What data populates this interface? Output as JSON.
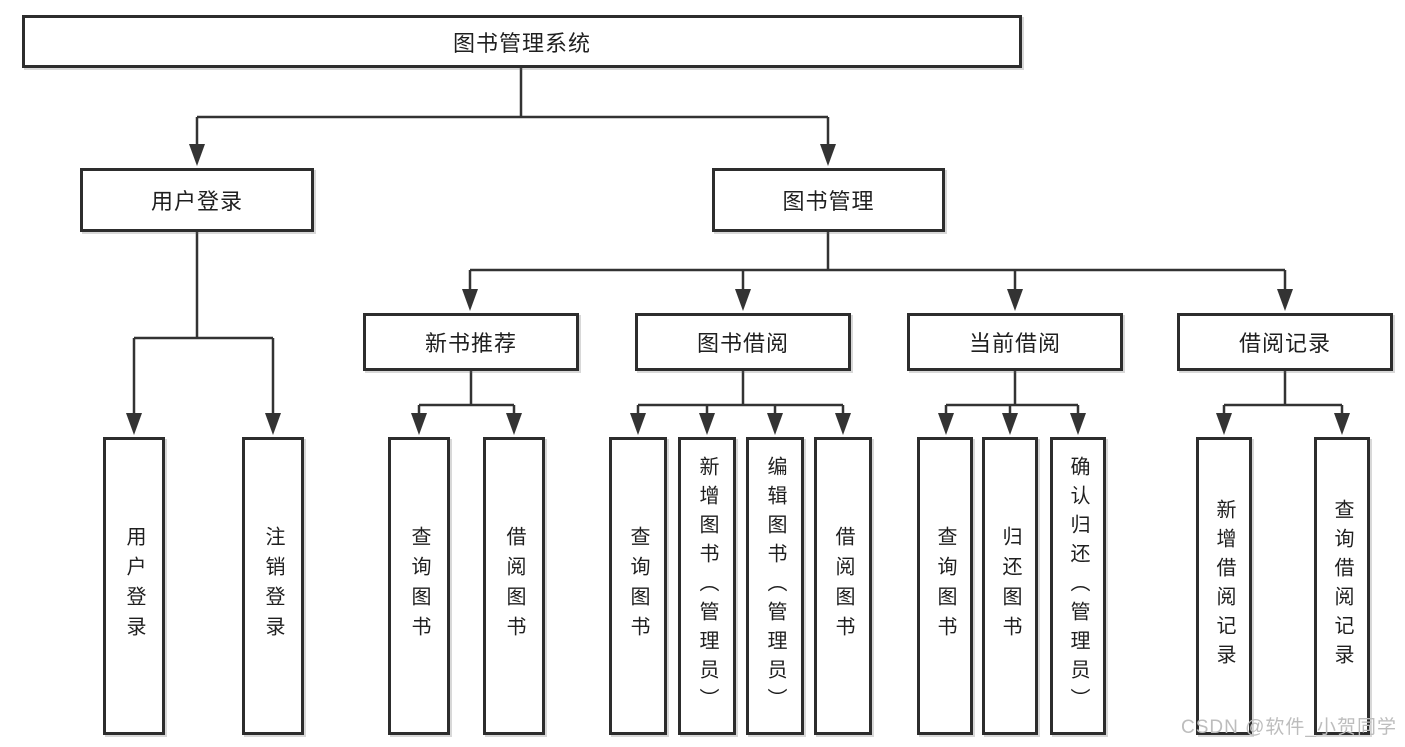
{
  "diagram": {
    "title": "图书管理系统",
    "level2": {
      "user_login": "用户登录",
      "book_management": "图书管理"
    },
    "level3": {
      "new_book_recommend": "新书推荐",
      "book_borrow": "图书借阅",
      "current_borrow": "当前借阅",
      "borrow_record": "借阅记录"
    },
    "leaves": {
      "user_login": [
        "用户登录",
        "注销登录"
      ],
      "new_book_recommend": [
        "查询图书",
        "借阅图书"
      ],
      "book_borrow": [
        "查询图书",
        "新增图书（管理员）",
        "编辑图书（管理员）",
        "借阅图书"
      ],
      "current_borrow": [
        "查询图书",
        "归还图书",
        "确认归还（管理员）"
      ],
      "borrow_record": [
        "新增借阅记录",
        "查询借阅记录"
      ]
    },
    "colors": {
      "line": "#333333",
      "box_border": "#2d2d2d",
      "text": "#1f1f1f",
      "watermark": "#bdbdbd"
    },
    "watermark": "CSDN @软件_小贺同学"
  }
}
